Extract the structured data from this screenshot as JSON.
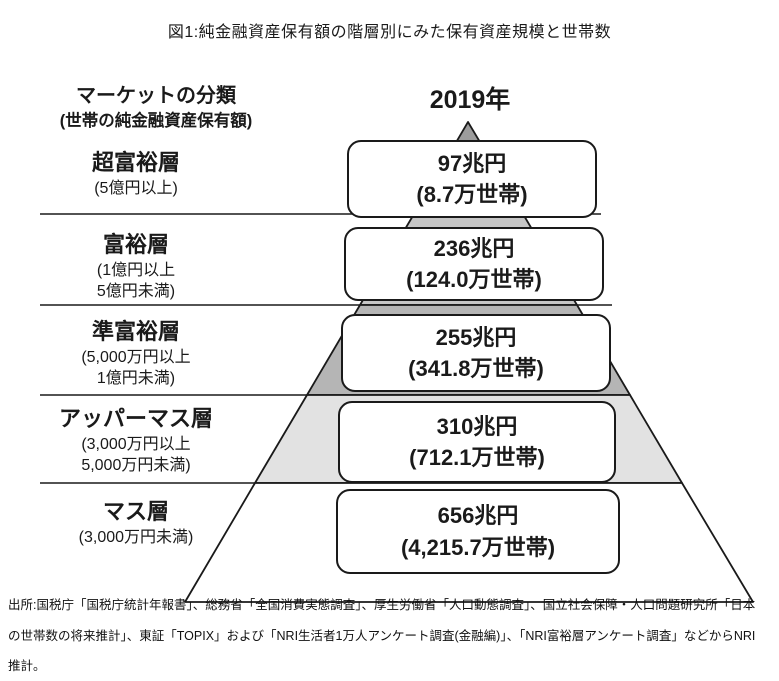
{
  "figure": {
    "title": "図1:純金融資産保有額の階層別にみた保有資産規模と世帯数",
    "left_header": {
      "line1": "マーケットの分類",
      "line2": "(世帯の純金融資産保有額)"
    },
    "year_header": "2019年"
  },
  "tiers": [
    {
      "name": "超富裕層",
      "range_lines": [
        "(5億円以上)"
      ],
      "amount": "97兆円",
      "households": "(8.7万世帯)"
    },
    {
      "name": "富裕層",
      "range_lines": [
        "(1億円以上",
        "5億円未満)"
      ],
      "amount": "236兆円",
      "households": "(124.0万世帯)"
    },
    {
      "name": "準富裕層",
      "range_lines": [
        "(5,000万円以上",
        "1億円未満)"
      ],
      "amount": "255兆円",
      "households": "(341.8万世帯)"
    },
    {
      "name": "アッパーマス層",
      "range_lines": [
        "(3,000万円以上",
        "5,000万円未満)"
      ],
      "amount": "310兆円",
      "households": "(712.1万世帯)"
    },
    {
      "name": "マス層",
      "range_lines": [
        "(3,000万円未満)"
      ],
      "amount": "656兆円",
      "households": "(4,215.7万世帯)"
    }
  ],
  "source_note": "出所:国税庁「国税庁統計年報書」、総務省「全国消費実態調査」、厚生労働省「人口動態調査」、国立社会保障・人口問題研究所「日本の世帯数の将来推計」、東証「TOPIX」および「NRI生活者1万人アンケート調査(金融編)」、「NRI富裕層アンケート調査」などからNRI推計。",
  "colors": {
    "outline": "#1a1a1a",
    "band_tier1": "#9c9c9c",
    "band_tier2": "#c6c6c6",
    "band_tier3": "#b5b5b5",
    "band_tier4": "#e2e2e2",
    "band_tier5": "#ffffff"
  },
  "chart_data": {
    "type": "pyramid",
    "title": "図1:純金融資産保有額の階層別にみた保有資産規模と世帯数",
    "year": "2019年",
    "categories": [
      "超富裕層",
      "富裕層",
      "準富裕層",
      "アッパーマス層",
      "マス層"
    ],
    "net_asset_ranges": [
      "5億円以上",
      "1億円以上5億円未満",
      "5,000万円以上1億円未満",
      "3,000万円以上5,000万円未満",
      "3,000万円未満"
    ],
    "series": [
      {
        "name": "保有資産規模(兆円)",
        "values": [
          97,
          236,
          255,
          310,
          656
        ]
      },
      {
        "name": "世帯数(万世帯)",
        "values": [
          8.7,
          124.0,
          341.8,
          712.1,
          4215.7
        ]
      }
    ],
    "layout": {
      "orientation": "apex-top",
      "bands": 5,
      "legend": "none",
      "grid": false
    }
  }
}
